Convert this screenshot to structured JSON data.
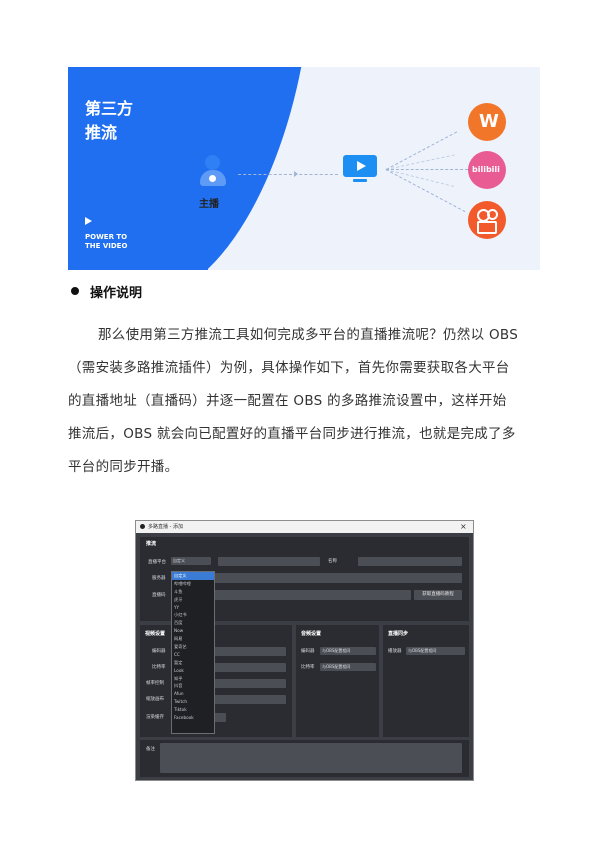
{
  "banner": {
    "title_line1": "第三方",
    "title_line2": "推流",
    "power_line1": "POWER TO",
    "power_line2": "THE VIDEO",
    "host_label": "主播",
    "platform_mid_label": "bilibili"
  },
  "section": {
    "heading": "操作说明",
    "paragraph_lines": [
      "那么使用第三方推流工具如何完成多平台的直播推流呢？仍然以 OBS",
      "（需安装多路推流插件）为例，具体操作如下，首先你需要获取各大平台",
      "的直播地址（直播码）并逐一配置在 OBS 的多路推流设置中，这样开始",
      "推流后，OBS 就会向已配置好的直播平台同步进行推流，也就是完成了多",
      "平台的同步开播。"
    ]
  },
  "screenshot": {
    "window_title": "多路直播 - 添加",
    "close_glyph": "×",
    "group_push": "推流",
    "platform_label": "直播平台",
    "platform_value": "自定义",
    "name_label": "名称",
    "server_label": "服务器",
    "key_label": "直播码",
    "get_key_button": "获取直播码教程",
    "video_settings": "视频设置",
    "encoder_label": "编码器",
    "bitrate_label": "比特率",
    "keyframe_label": "帧率控制",
    "size_label": "缩放画布",
    "reference_label": "渲染缓存",
    "audio_settings": "音频设置",
    "audio_encoder_label": "编码器",
    "audio_bitrate_label": "比特率",
    "audio_enc_value": "与OBS配置相同",
    "audio_bitrate_value": "与OBS配置相同",
    "live_sync": "直播同步",
    "sync_label": "播放器",
    "sync_value": "与OBS配置相同",
    "note_label": "备注",
    "dropdown_items": [
      "自定义",
      "哔哩哔哩",
      "斗鱼",
      "虎牙",
      "YY",
      "小红书",
      "百度",
      "Now",
      "网易",
      "爱奇艺",
      "CC",
      "暂定",
      "Look",
      "知乎",
      "抖音",
      "Afun",
      "Twitch",
      "Tiktok",
      "Facebook"
    ],
    "dropdown_selected_index": 0
  },
  "colors": {
    "brand_blue": "#1f6ff0",
    "orange": "#f2762a",
    "pink": "#e85c93",
    "red_orange": "#f25a2c"
  }
}
